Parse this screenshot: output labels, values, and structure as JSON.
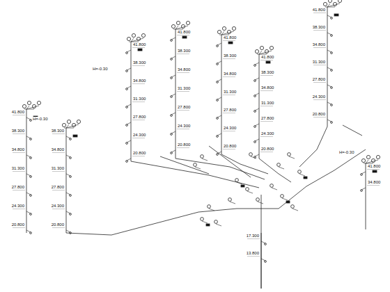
{
  "diagram": {
    "labels": [
      "41.800",
      "38.300",
      "34.800",
      "31.300",
      "27.800",
      "24.300",
      "20.800",
      "38.300",
      "34.800",
      "31.300",
      "27.800",
      "24.300",
      "20.800",
      "41.800",
      "38.300",
      "34.800",
      "31.300",
      "27.800",
      "24.300",
      "20.800",
      "41.800",
      "38.300",
      "34.800",
      "31.300",
      "27.800",
      "24.300",
      "20.800",
      "41.800",
      "38.300",
      "34.800",
      "31.300",
      "27.800",
      "24.300",
      "20.800",
      "41.800",
      "38.300",
      "34.800",
      "31.300",
      "27.800",
      "24.300",
      "20.800",
      "41.800",
      "38.300",
      "34.800",
      "31.300",
      "27.800",
      "24.300",
      "20.800",
      "41.800",
      "34.800",
      "17.300",
      "13.800",
      "H=-0.30",
      "H=-0.30",
      "H=-0.30"
    ]
  }
}
